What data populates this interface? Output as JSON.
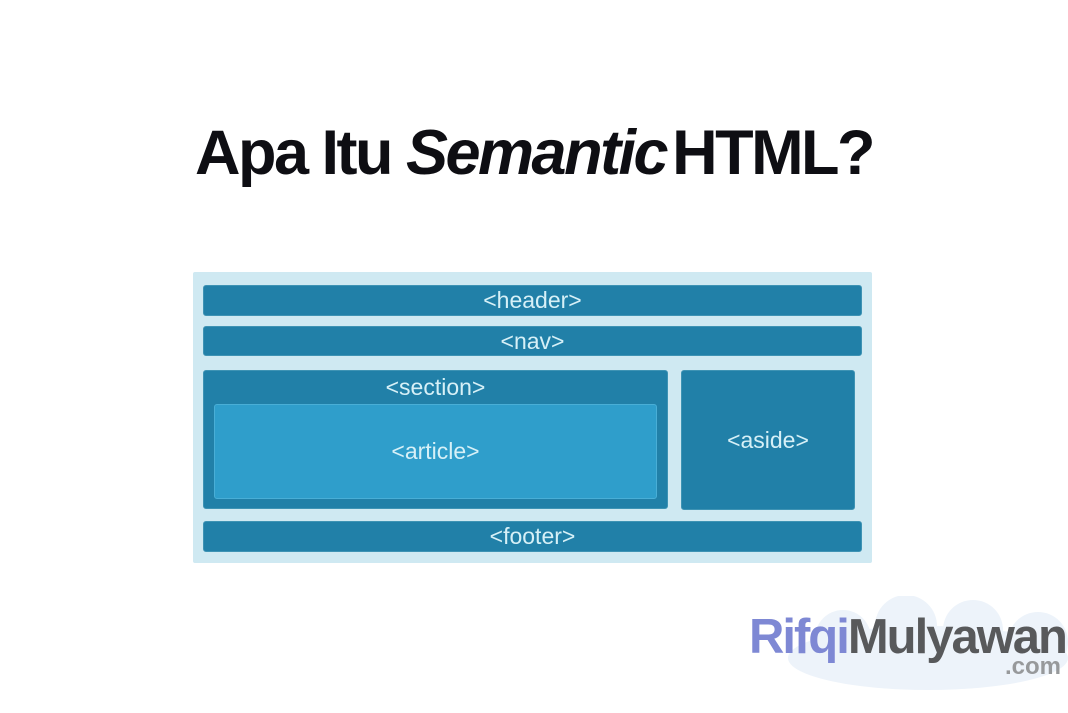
{
  "title": {
    "part_regular_1": "Apa Itu ",
    "part_italic": "Semantic",
    "part_regular_2": "HTML?"
  },
  "diagram": {
    "boxes": {
      "header": "<header>",
      "nav": "<nav>",
      "section": "<section>",
      "article": "<article>",
      "aside": "<aside>",
      "footer": "<footer>"
    }
  },
  "watermark": {
    "brand_first": "Rifqi",
    "brand_second": "Mulyawan",
    "domain": ".com"
  },
  "colors": {
    "title_text": "#0e0e13",
    "diagram_panel_bg": "#cfe9f2",
    "diagram_box_bg": "#2180a8",
    "diagram_article_bg": "#2f9ecb",
    "diagram_label_text": "#d6f0f7",
    "brand_first": "#7e88d4",
    "brand_second": "#58595b",
    "brand_domain": "#97999b",
    "cloud": "#edf3fa"
  }
}
